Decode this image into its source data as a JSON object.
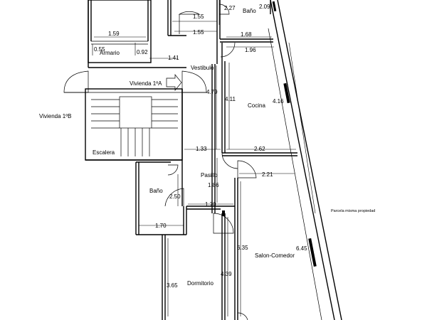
{
  "rooms": {
    "bano_top": "Baño",
    "armario": "Armario",
    "vestibulo": "Vestibulo",
    "vivienda_a": "Vivienda 1ºA",
    "vivienda_b": "Vivienda 1ºB",
    "cocina": "Cocina",
    "escalera": "Escalera",
    "pasillo": "Pasillo",
    "bano_mid": "Baño",
    "salon": "Salon-Comedor",
    "dormitorio": "Dormitorio"
  },
  "note": "Parcela misma propiedad",
  "dims": {
    "d_155a": "1.55",
    "d_227": "2.27",
    "d_209": "2.09",
    "d_159": "1.59",
    "d_155b": "1.55",
    "d_168": "1.68",
    "d_055": "0.55",
    "d_092": "0.92",
    "d_196": "1.96",
    "d_141": "1.41",
    "d_479": "4.79",
    "d_411": "4.11",
    "d_416": "4.16",
    "d_133": "1.33",
    "d_262": "2.62",
    "d_221": "2.21",
    "d_186": "1.86",
    "d_250": "2.50",
    "d_170a": "1.70",
    "d_170b": "1.70",
    "d_635": "6.35",
    "d_645": "6.45",
    "d_439": "4.39",
    "d_365": "3.65"
  }
}
